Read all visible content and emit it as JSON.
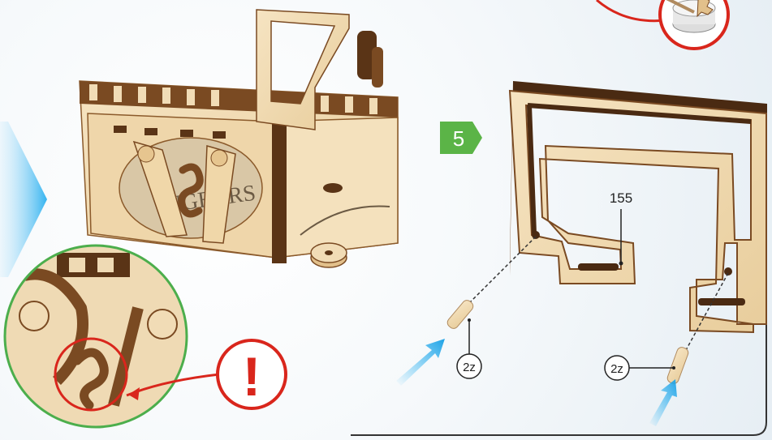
{
  "step": {
    "number": "5"
  },
  "part_labels": {
    "frame": "155",
    "pin_left": "2z",
    "pin_right": "2z"
  },
  "alert": {
    "symbol": "!"
  },
  "colors": {
    "wood_light": "#f1dcb6",
    "wood_mid": "#e2c08b",
    "wood_edge": "#7a4a22",
    "wood_dark": "#4a2a12",
    "step_badge": "#5bb447",
    "alert_red": "#d9261c",
    "zoom_green": "#4cae4c",
    "arrow_blue": "#29b6f6"
  },
  "icons": [
    "step-arrow-icon",
    "alert-exclamation-icon",
    "insert-arrow-icon",
    "glue-pot-icon"
  ]
}
